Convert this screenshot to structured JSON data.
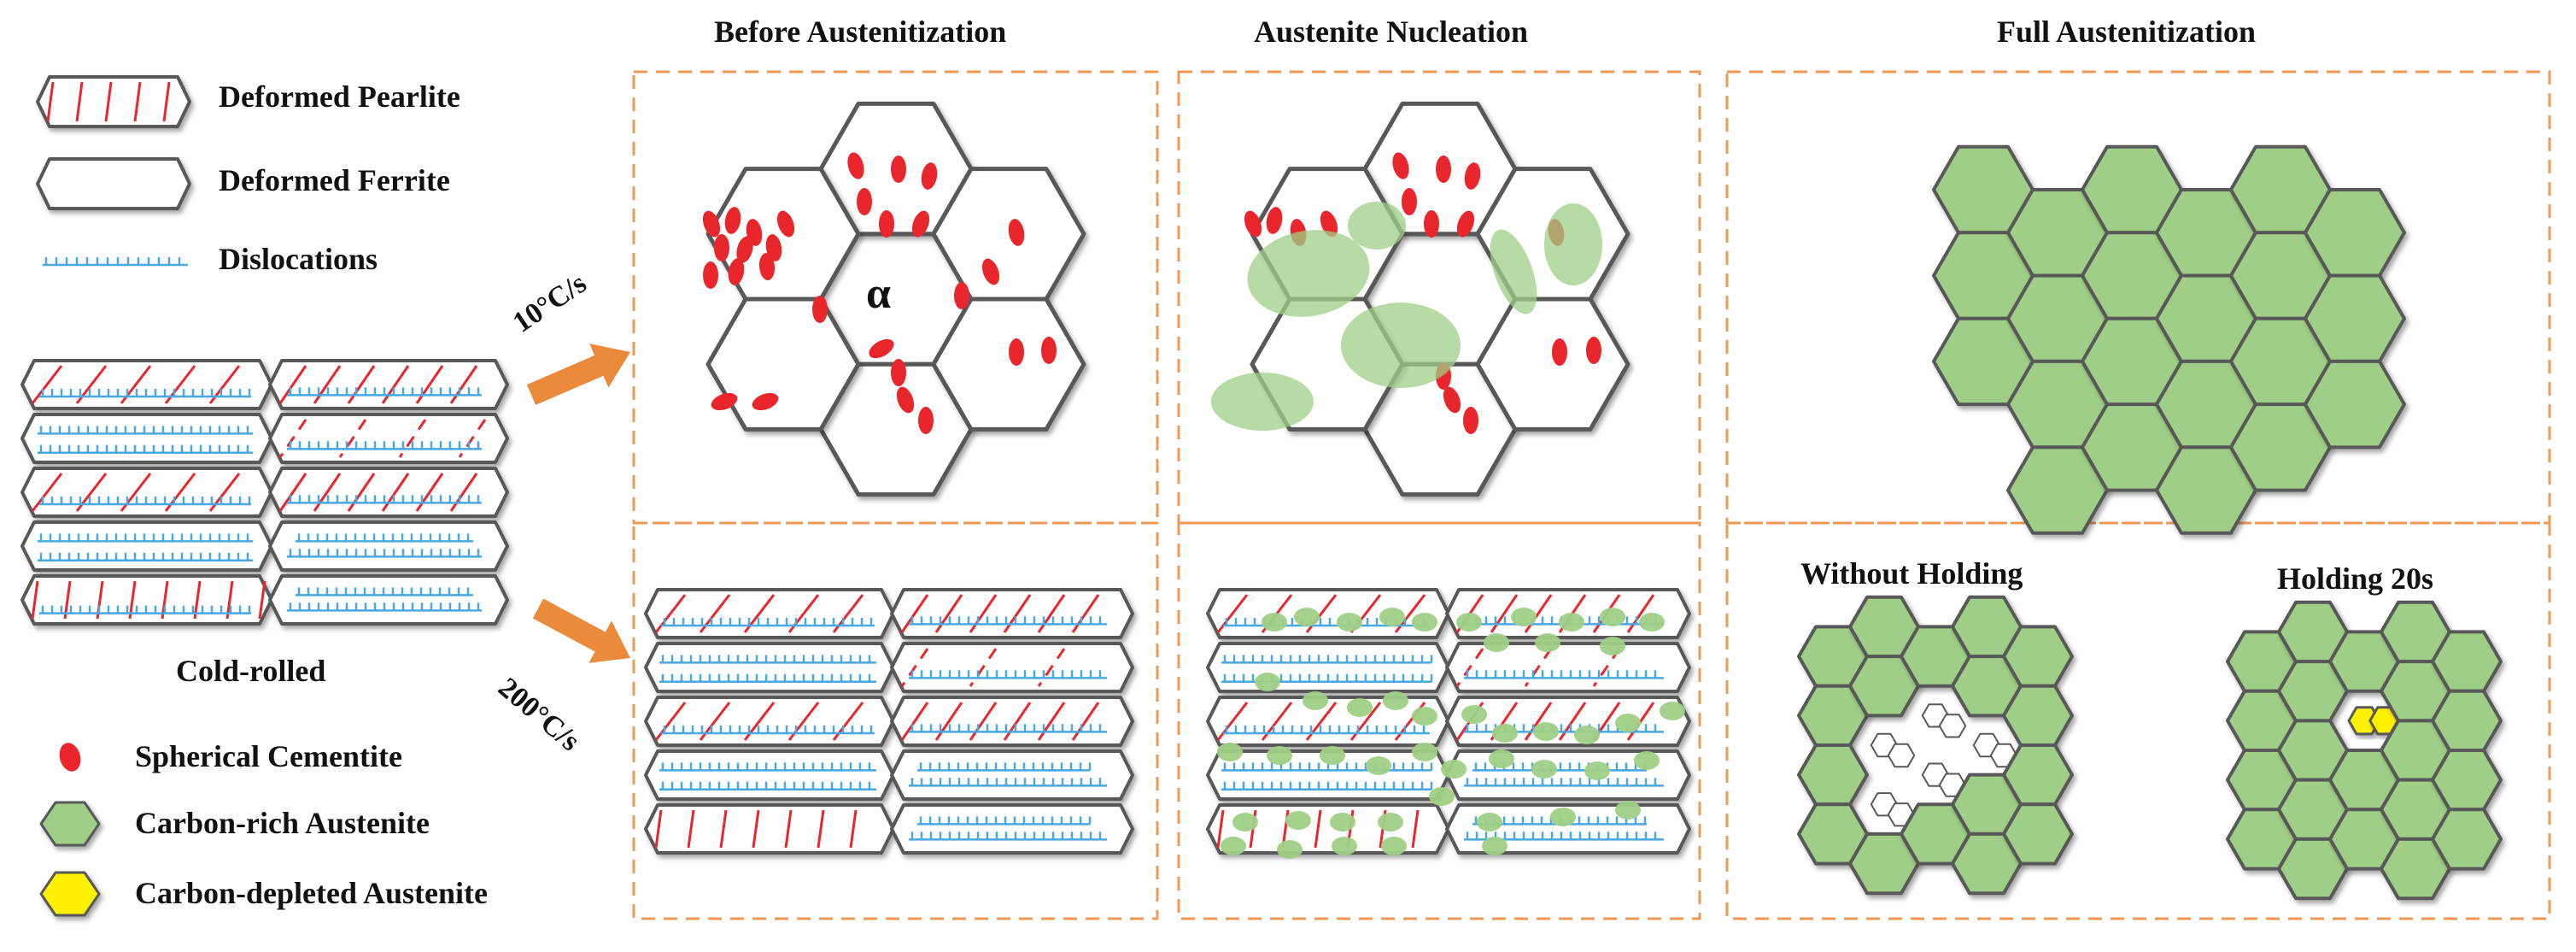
{
  "column_headers": {
    "before": "Before Austenitization",
    "nucleation": "Austenite Nucleation",
    "full": "Full Austenitization"
  },
  "legend": {
    "deformed_pearlite": "Deformed Pearlite",
    "deformed_ferrite": "Deformed Ferrite",
    "dislocations": "Dislocations",
    "spherical_cementite": "Spherical Cementite",
    "carbon_rich_austenite": "Carbon-rich Austenite",
    "carbon_depleted_austenite": "Carbon-depleted Austenite"
  },
  "cold_rolled_label": "Cold-rolled",
  "rates": {
    "slow": "10°C/s",
    "fast": "200°C/s"
  },
  "alpha_symbol": "α",
  "sub_labels": {
    "without_holding": "Without Holding",
    "holding": "Holding 20s"
  },
  "colors": {
    "cementite_red": "#e8262b",
    "austenite_green": "#9fcf86",
    "depleted_yellow": "#fff200",
    "grain_outline": "#595959",
    "dislocation_blue": "#4aa8e0",
    "arrow_orange": "#ec8a3c",
    "panel_border_orange": "#ee9a56"
  }
}
